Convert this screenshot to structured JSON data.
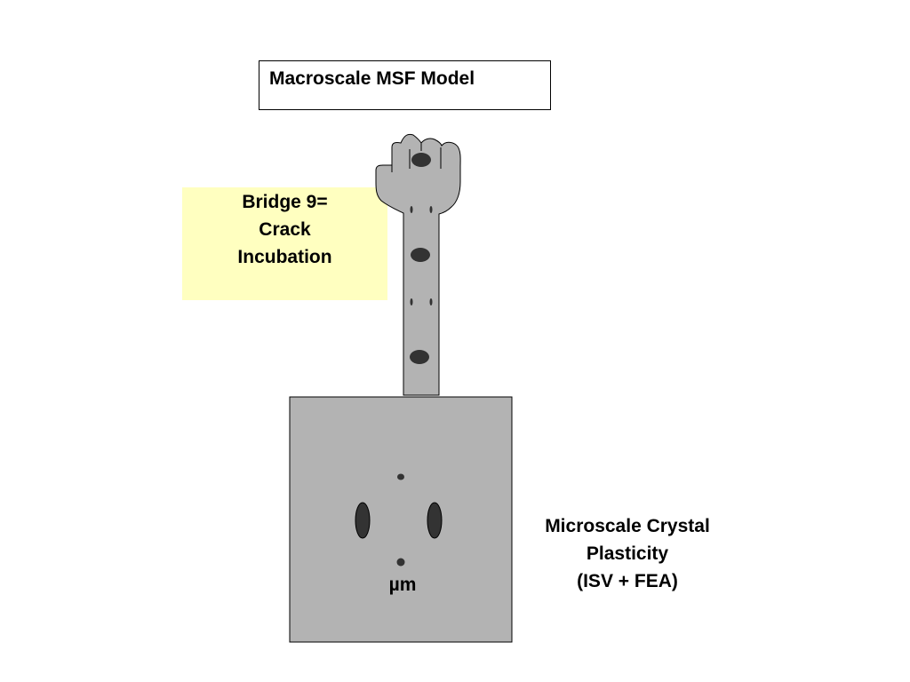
{
  "macroscale_box": {
    "label": "Macroscale MSF Model"
  },
  "bridge_box": {
    "lines": [
      "Bridge 9=",
      "Crack",
      "Incubation"
    ],
    "fill": "#ffffc0"
  },
  "microscale_box": {
    "scale_label": "µm",
    "fill": "#b3b3b3"
  },
  "microscale_caption": {
    "lines": [
      "Microscale Crystal",
      "Plasticity",
      "(ISV + FEA)"
    ]
  },
  "colors": {
    "component_fill": "#b3b3b3",
    "void_fill": "#333333",
    "outline": "#000000"
  }
}
